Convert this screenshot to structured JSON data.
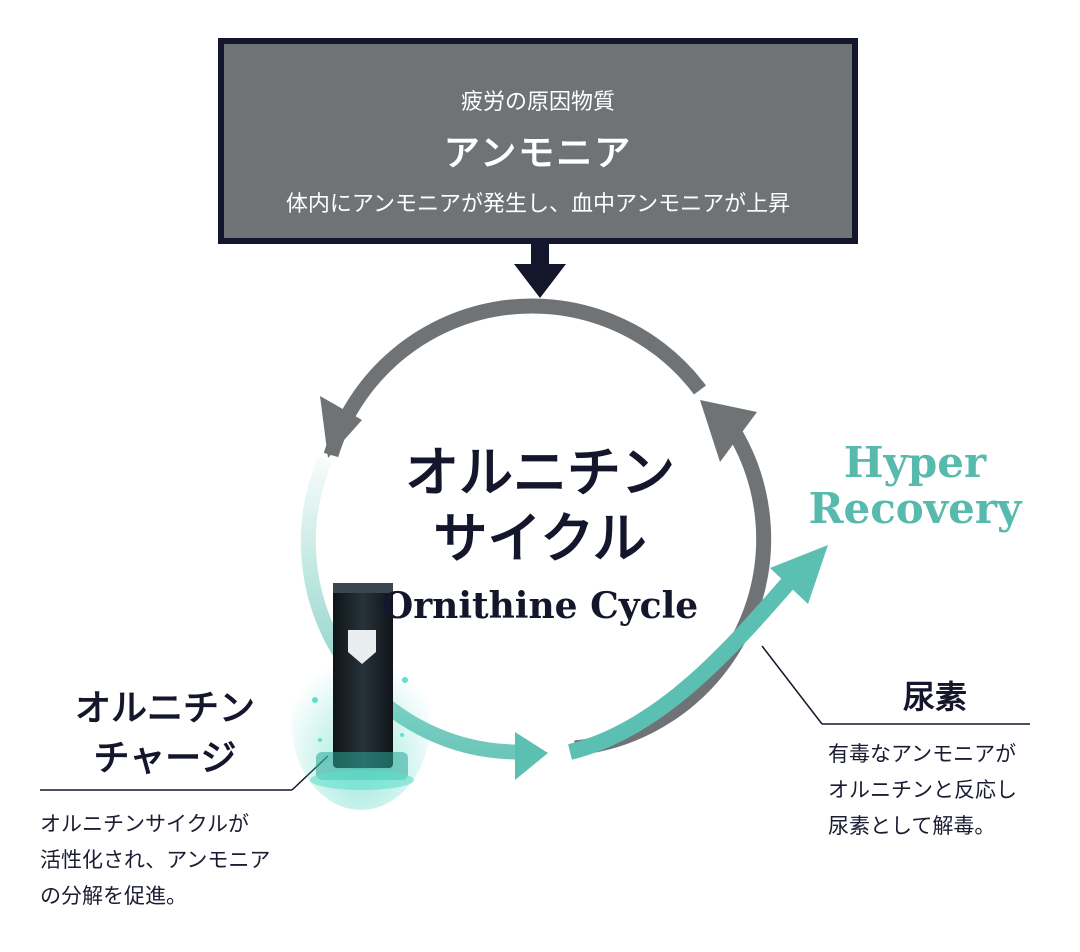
{
  "top_box": {
    "subtitle": "疲労の原因物質",
    "title": "アンモニア",
    "description": "体内にアンモニアが発生し、血中アンモニアが上昇"
  },
  "cycle": {
    "title_line1": "オルニチン",
    "title_line2": "サイクル",
    "english": "Ornithine Cycle"
  },
  "hyper_recovery": {
    "line1": "Hyper",
    "line2": "Recovery"
  },
  "left_note": {
    "title_line1": "オルニチン",
    "title_line2": "チャージ",
    "desc_line1": "オルニチンサイクルが",
    "desc_line2": "活性化され、アンモニア",
    "desc_line3": "の分解を促進。"
  },
  "right_note": {
    "title": "尿素",
    "desc_line1": "有毒なアンモニアが",
    "desc_line2": "オルニチンと反応し",
    "desc_line3": "尿素として解毒。"
  },
  "colors": {
    "navy": "#14162b",
    "gray_box": "#6f7375",
    "gray_arrow": "#6f7375",
    "teal": "#5bc0b2"
  },
  "icons": {
    "product": "ornithine-stick-pack"
  }
}
